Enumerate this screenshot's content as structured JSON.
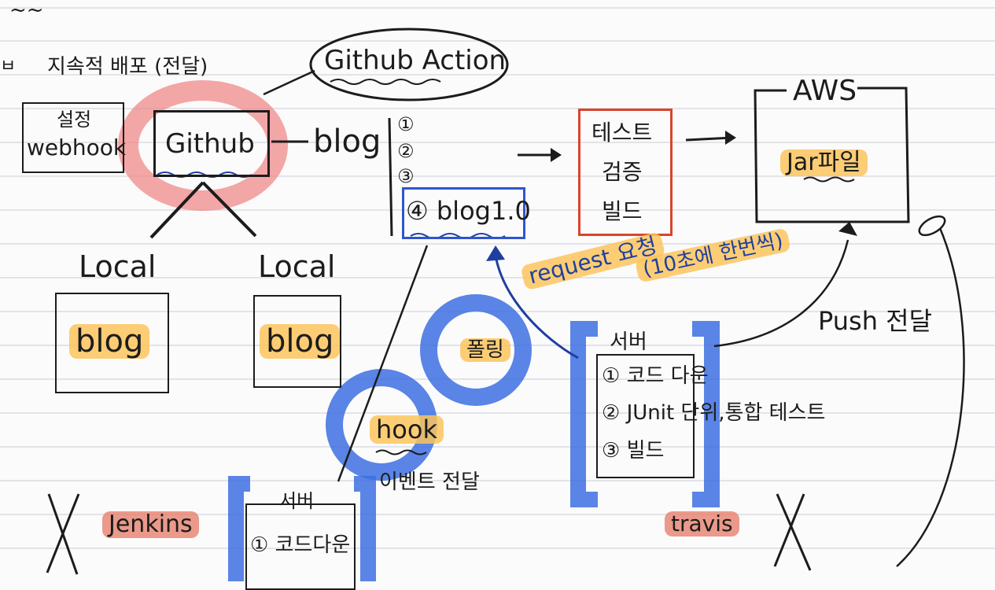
{
  "header": {
    "top_left_fragment": "~~",
    "side_fragment": "ㅂ",
    "continuous_deploy": "지속적 배포 (전달)"
  },
  "github_action": "Github Action",
  "settings": {
    "line1": "설정",
    "line2": "webhook"
  },
  "github": "Github",
  "blog_branch": {
    "label": "blog",
    "items": [
      "①",
      "②",
      "③",
      "④ blog1.0"
    ]
  },
  "test_box": {
    "lines": [
      "테스트",
      "검증",
      "빌드"
    ]
  },
  "aws": {
    "label": "AWS",
    "jar": "Jar파일"
  },
  "locals": [
    {
      "label": "Local",
      "repo": "blog"
    },
    {
      "label": "Local",
      "repo": "blog"
    }
  ],
  "request_note": {
    "line1": "request 요청",
    "line2": "(10초에 한번씩)"
  },
  "polling": "폴링",
  "hook": "hook",
  "event_note": "이벤트 전달",
  "server_right": {
    "title": "서버",
    "steps": [
      "① 코드 다운",
      "② JUnit 단위,통합 테스트",
      "③ 빌드"
    ]
  },
  "push_note": "Push 전달",
  "travis": "travis",
  "jenkins": "Jenkins",
  "server_left": {
    "title": "서버",
    "step": "① 코드다운"
  },
  "cross_marks": [
    "X",
    "X"
  ],
  "colors": {
    "ink": "#1c1c1c",
    "highlight_yellow": "#fcc45c",
    "highlight_red": "#e67864",
    "blue_pen": "#1f3fa0",
    "blue_marker": "#3d6fe0",
    "pink_marker": "#f08a8a",
    "test_box_border": "#d8452b"
  }
}
